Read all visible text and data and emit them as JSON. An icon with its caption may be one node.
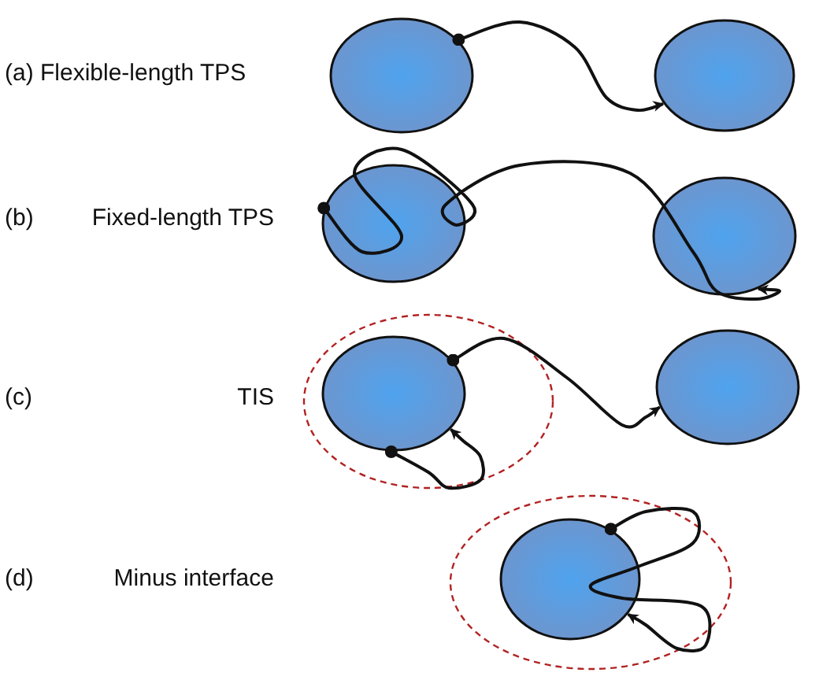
{
  "diagram": {
    "nodes": [
      {
        "text": [],
        "shape": "ellipse"
      },
      {
        "text": [],
        "shape": "ellipse"
      },
      {
        "text": [],
        "shape": "ellipse"
      },
      {
        "text": [],
        "shape": "ellipse"
      },
      {
        "text": [],
        "shape": "ellipse"
      },
      {
        "text": [],
        "shape": "ellipse",
        "in": 4
      },
      {
        "text": [],
        "shape": "ellipse"
      },
      {
        "text": [],
        "shape": "ellipse"
      },
      {
        "text": [],
        "shape": "ellipse",
        "in": 7
      }
    ],
    "edges": [
      {
        "from": 0,
        "to": 1,
        "arrow": "to"
      },
      {
        "from": 2,
        "to": 3,
        "arrow": "to"
      },
      {
        "from": 5,
        "to": 6,
        "arrow": "to"
      },
      {
        "from": 5,
        "to": 5,
        "arrow": "to"
      },
      {
        "from": 8,
        "to": 8,
        "arrow": "to"
      }
    ],
    "labels": [
      "(a) Flexible-length TPS",
      "(b)",
      "Fixed-length TPS",
      "(c)",
      "TIS",
      "(d)",
      "Minus interface"
    ]
  }
}
